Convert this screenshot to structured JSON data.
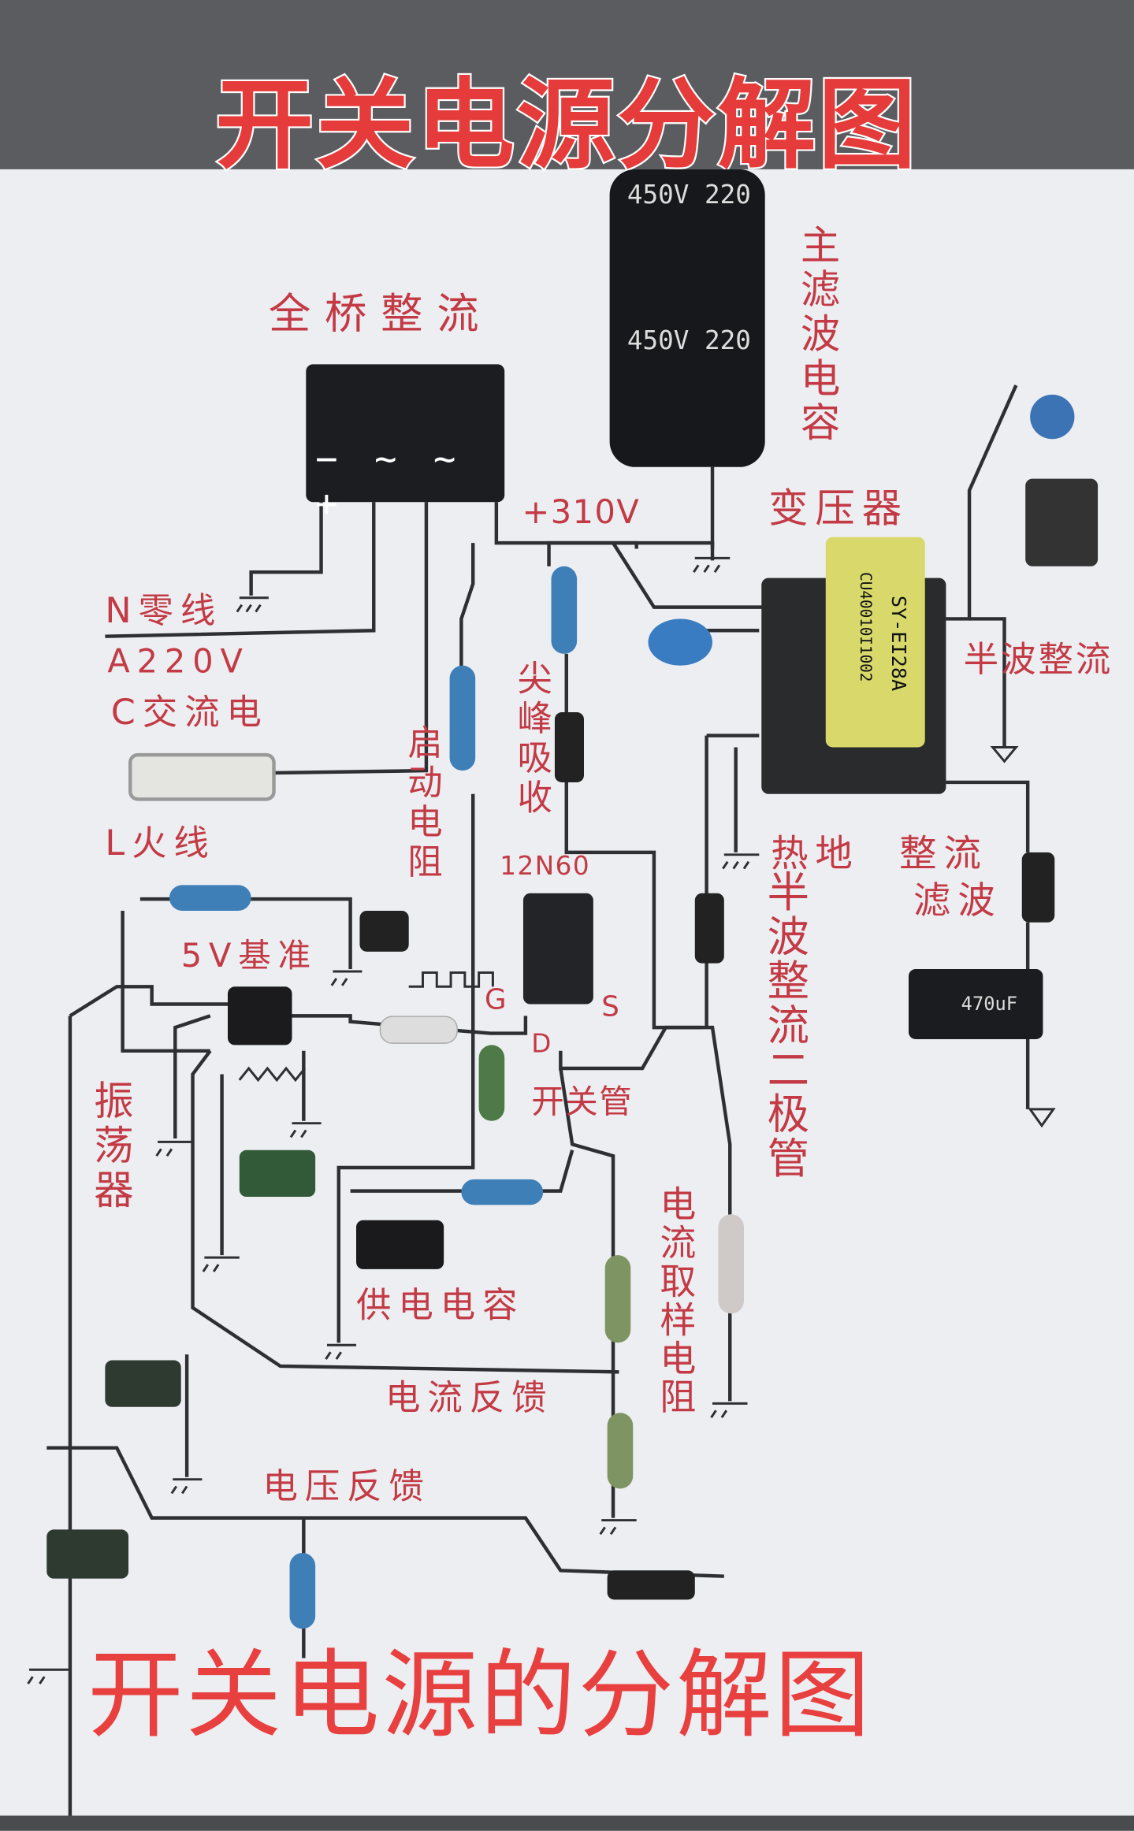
{
  "title": "开关电源分解图",
  "bottom_title": "开关电源的分解图",
  "labels": {
    "bridge": "全桥整流",
    "main_cap": "主滤波电容",
    "v310": "+310V",
    "transformer": "变压器",
    "half_wave": "半波整流",
    "neutral": "N零线",
    "ac1": "A220V",
    "ac2": "C交流电",
    "live": "L火线",
    "start_res": "启动电阻",
    "snubber": "尖峰吸收",
    "mosfet_model": "12N60",
    "ref5v": "5V基准",
    "gate": "G",
    "source": "S",
    "drain": "D",
    "switch": "开关管",
    "oscillator": "振荡器",
    "hot_ground": "热地",
    "rect_filter1": "整流",
    "rect_filter2": "滤波",
    "half_diode": "半波整流二极管",
    "supply_cap": "供电电容",
    "sense_res": "电流取样电阻",
    "current_fb": "电流反馈",
    "voltage_fb": "电压反馈"
  },
  "markings": {
    "cap_main": "450V 220",
    "bridge_pins": "− ~ ~ +",
    "transformer": "SY-EI28A",
    "transformer_code": "CU40010I1002",
    "out_cap": "470uF"
  },
  "colors": {
    "ink": "#c33a44",
    "title": "#e53b3a",
    "wire": "#2e2f33"
  }
}
